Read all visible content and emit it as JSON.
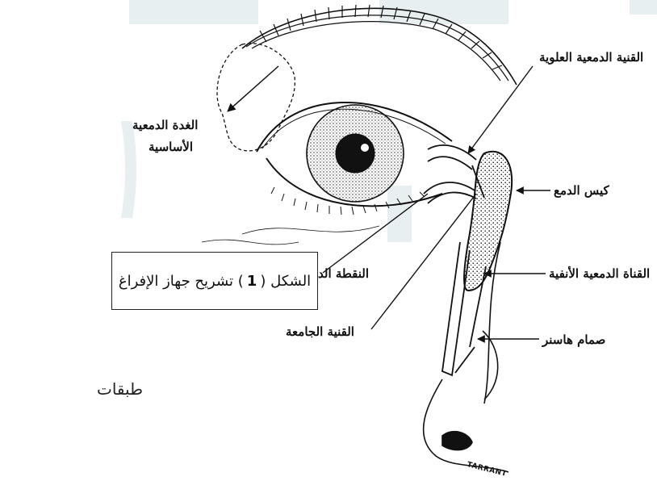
{
  "labels": {
    "superior_canaliculus": "القنية الدمعية العلوية",
    "lacrimal_gland_line1": "الغدة الدمعية",
    "lacrimal_gland_line2": "الأساسية",
    "lacrimal_sac": "كيس الدمع",
    "lacrimal_punctum": "النقطة الد",
    "nasolacrimal_duct": "القناة الدمعية الأنفية",
    "common_canaliculus": "القنية الجامعة",
    "hasner_valve": "صمام هاسنر"
  },
  "caption": {
    "before": "الشكل (",
    "number": "1",
    "after": ") تشريح جهاز الإفراغ"
  },
  "body_text": "طبقات",
  "signature": "TARRANT",
  "colors": {
    "line": "#111111",
    "watermark": "#e7eef0"
  }
}
